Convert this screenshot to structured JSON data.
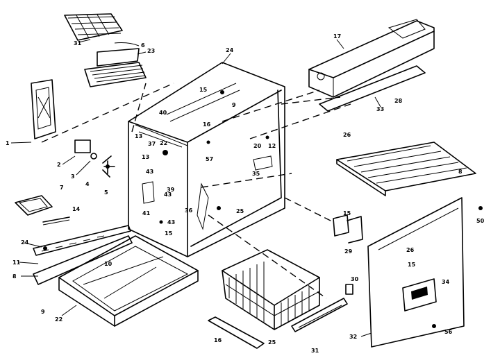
{
  "labels": [
    "31",
    "6",
    "23",
    "24",
    "17",
    "1",
    "15",
    "9",
    "40",
    "33",
    "28",
    "13",
    "37",
    "22",
    "16",
    "26",
    "2",
    "3",
    "13",
    "20",
    "12",
    "4",
    "5",
    "43",
    "57",
    "35",
    "8",
    "7",
    "14",
    "43",
    "39",
    "36",
    "25",
    "41",
    "43",
    "15",
    "24",
    "15",
    "29",
    "11",
    "8",
    "9",
    "10",
    "22",
    "50",
    "26",
    "15",
    "34",
    "30",
    "16",
    "25",
    "31",
    "32",
    "56"
  ]
}
